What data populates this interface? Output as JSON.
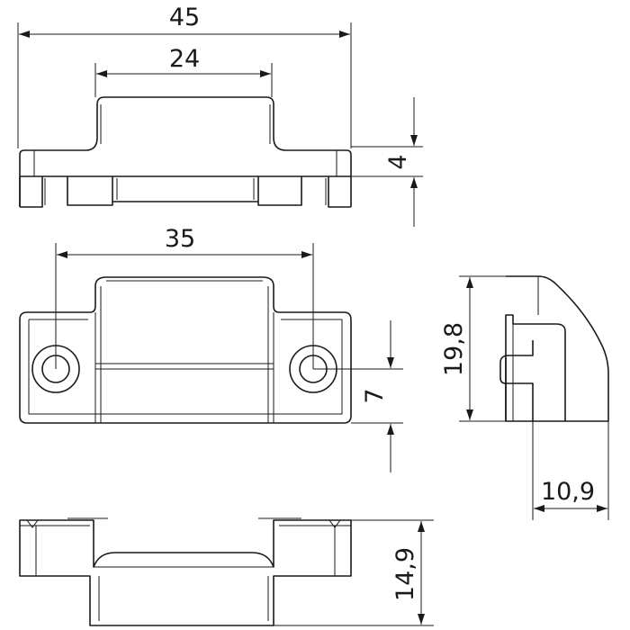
{
  "dimensions": {
    "overall_width": "45",
    "top_width": "24",
    "base_height": "4",
    "hole_spacing": "35",
    "hole_offset": "7",
    "side_height": "19,8",
    "side_depth": "10,9",
    "total_height": "14,9"
  },
  "colors": {
    "line": "#1a1a1a",
    "background": "#ffffff"
  }
}
